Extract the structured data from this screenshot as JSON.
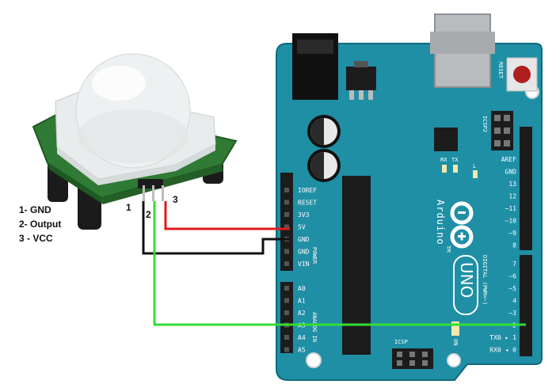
{
  "legend": {
    "gnd": "1- GND",
    "output": "2- Output",
    "vcc": "3 - VCC"
  },
  "sensor_pins": {
    "pin1": "1",
    "pin2": "2",
    "pin3": "3"
  },
  "board": {
    "brand": "Arduino",
    "model": "UNO",
    "tm": "TM",
    "reset": "RESET",
    "icsp2": "ICSP2",
    "icsp": "ICSP",
    "on": "ON",
    "tx": "TX",
    "rx": "RX",
    "l": "L",
    "power_header": "POWER",
    "analog_header": "ANALOG IN",
    "digital_header": "DIGITAL (PWM=~)",
    "power_pins": [
      "IOREF",
      "RESET",
      "3V3",
      "5V",
      "GND",
      "GND",
      "VIN"
    ],
    "analog_pins": [
      "A0",
      "A1",
      "A2",
      "A3",
      "A4",
      "A5"
    ],
    "digital_top": [
      "AREF",
      "GND",
      "13",
      "12",
      "~11",
      "~10",
      "~9",
      "8"
    ],
    "digital_bottom": [
      "7",
      "~6",
      "~5",
      "4",
      "~3",
      "2",
      "TX0 ▸ 1",
      "RX0 ◂ 0"
    ]
  },
  "wires": {
    "vcc_color": "#e11a1a",
    "gnd_color": "#111111",
    "output_color": "#33dd33"
  }
}
